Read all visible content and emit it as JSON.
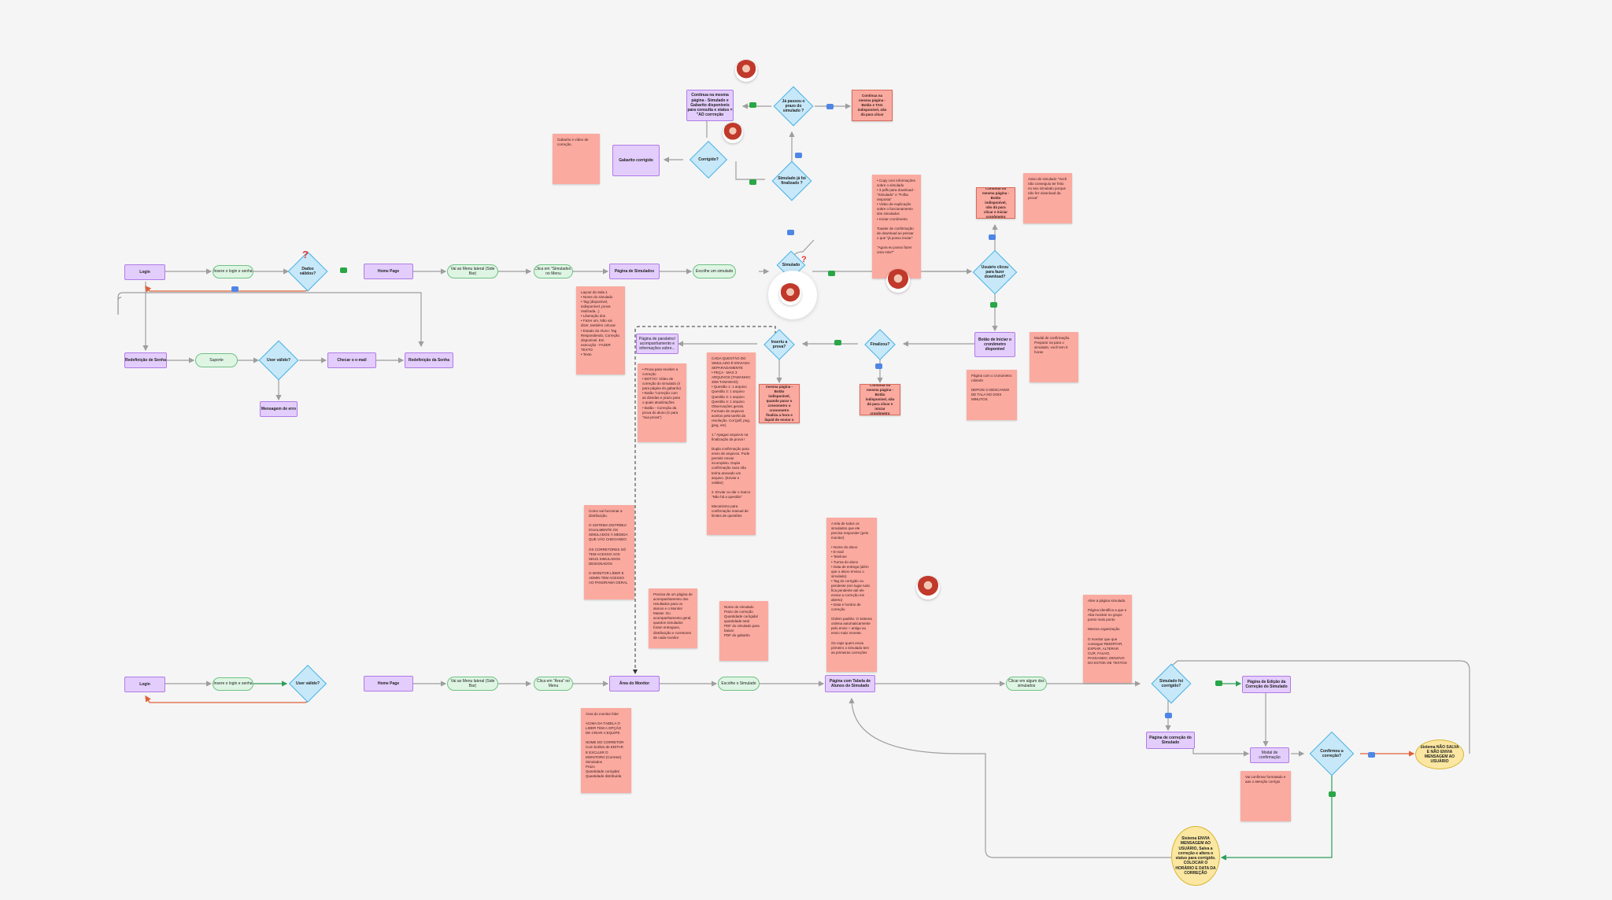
{
  "colors": {
    "purple": "#e3cdfc",
    "green": "#def5e3",
    "diamond": "#c7e8f9",
    "sticky": "#fbaaa0",
    "yellow": "#fbe7a1",
    "line": "#9e9e9e",
    "red_line": "#e0603a",
    "green_line": "#2e9e59"
  },
  "flow_top": {
    "login": "Login",
    "insere_login": "Insere o login e senha",
    "dados_validos": "Dados válidos?",
    "home_page": "Home Page",
    "vai_menu": "Vai ao Menu lateral (Side Bar)",
    "clica_simulados": "Clica em \"Simulados\" no Menu",
    "pagina_simulados": "Página de Simulados",
    "escolhe_simulado": "Escolhe um simulado",
    "simulado": "Simulado",
    "redefinicao_senha": "Redefinição de Senha",
    "suporte": "Suporte",
    "user_valido": "User válido?",
    "checar_email": "Checar o e-mail",
    "redefinicao_senha_2": "Redefinição da Senha",
    "mensagem_erro": "Mensagem de erro",
    "simulado_finalizado": "Simulado já foi finalizado ?",
    "corrigido": "Corrigido?",
    "gabarito_corrigido": "Gabarito corrigido",
    "ja_passou_prazo": "Já passou o prazo do simulado ?",
    "continua_pagina_gabarito": "Continua na mesma página - Simulado e Gabarito disponíveis para consulta e status = \"AO corrreção",
    "continua_pagina_botao": "Continua na mesma página - Botão e TAG indisponível, não dá para clicar",
    "usuario_clicou": "Usuário clicou para fazer download?",
    "continua_pagina_download": "Continua na mesma página - Botão indisponível, não dá para clicar e iniciar cronômetro",
    "botao_iniciar": "Botão de Iniciar o cronômetro disponível",
    "finalizou": "Finalizou?",
    "continua_pagina_cronometro": "Continua na mesma página - Botão indisponível, não dá para clicar e iniciar cronômetro",
    "insere_prova": "Inseriu a prova?",
    "continua_pagina_envio": "Continua na mesma página - Botão indisponível, quando parar o cronometro o cronometro finaliza a hora e liquid de enviar o arquivo",
    "pagina_parabens": "Página de parabéns! acompanhamento e informações sobre..."
  },
  "flow_bottom": {
    "login": "Login",
    "insere_login": "Insere o login e senha",
    "user_valido": "User válido?",
    "home_page": "Home Page",
    "vai_menu": "Vai ao Menu lateral (Side Bar)",
    "clica_area": "Clica em \"Área\" no Menu",
    "area_monitor": "Área do Monitor",
    "escolhe_simulado": "Escolhe o Simulado",
    "pagina_tabela": "Página com Tabela de Alunos do Simulado",
    "clicar_aluno": "Clicar em algum dos simulados",
    "simulado_corrigido": "Simulado foi corrigido?",
    "pagina_edicao": "Página de Edição da Correção do Simulado",
    "pagina_correcao": "Página de correção do Simulado",
    "modal_confirmacao": "Modal de confirmação",
    "confirmou_correcao": "Confirmou a correção?",
    "sistema_nao_salva": "Sistema NÃO SALVA E NÃO ENVIA MENSAGEM AO USUÁRIO",
    "sistema_envia": "Sistema ENVIA MENSAGEM AO USUÁRIO, Salva a correção e altera o status para corrigido. COLOCAR O HORÁRIO E DATA DA CORREÇÃO"
  },
  "stickies": {
    "s_gabarito": "Gabarito e vídeo de correção.",
    "s_copy": "• Copy com informações sobre o simulado\n• 3 pdfs para download - \"Simulado\" e \"Folha resposta\"\n• Vídeo de explicação sobre o funcionamento dos simulados\n• Iniciar cronômetro\n\nToaster de confirmação de download ao pensar o que \"já posso iniciar\"\n\n\"Agora eu posso fazer uma rota?\"",
    "s_aviso_simulado": "Aviso de simulado \"Você não conseguiu ter feito no seu simulado porque não fez download da prova\"",
    "s_layout": "Layout da Sala 1\n• Nome do simulado\n• Tag (disponível, indisponível, prova realizada...)\n• Liberação dos\n• Fazer um, Não vai dizer, também colocar\n• Estado do Aluno: Tag Respondendo, Correção disponível. Em execução - FAZER TEXTO\n• Texto",
    "s_prova": "• Prova para receber a correção\n• BOTÃO: Vídeo de correção do simulado (ir para página do gabarito)\n• Botão \"correção com as dúvidas e prazo para o quais atualizações\n• Botão - Correção da prova do aluno (ir para \"sua prova\")",
    "s_cada_questao": "CADA QUESTÃO DO SIMULADO É ENVIADA SEPARADAMENTE\n• PEÇA - MAX 3 ARQUIVOS (TAMANHO: 30M TAMANHO)\n• Questão 1: 1 arquivo Questão 2: 1 arquivo Questão 3: 1 arquivo Questão 4: 1 arquivo Observações gerais. Formato de arquivos aceitos pela tarefa da resolução. Col (pdf, png, jpeg, etc)\n\n1.º Apague arquivos na finalização da prova !\n\nDupla confirmação para envio de arquivos. Pode permitir enviar incompleto. Dupla confirmação caso não tenha anexado um arquivo. (Enviar e validar)\n\n2. Enviar ou dar o marco \"Não há a questão\"\n\nMecanismo para confirmação manual de limites de questões",
    "s_modal": "Modal de confirmação. Preparar na para o simulado, você tem 5 horas",
    "s_pagina_cronometro": "Página com o cronometro rolando\n\nDEPOIS O DESCANSO DE TALA NO DOIS MINUTOS",
    "s_como_funcionar": "Como vai funcionar a distribuição.\n\nO SISTEMA DISTRIBUI IGUALMENTE OS SIMULADOS À MEDIDA QUE VÃO CHEGANDO.\n\nOS CORRETORES SÓ TEM ACESSO AOS SEUS SIMULADOS DESIGNADOS\n\nO MONITOR LÍDER E ADMIN TEM ACESSO AO PANORAMA GERAL",
    "s_precisa": "Precisa de um página de acompanhamento dos resultados para os alunos e o Monitor Master. Do acompanhamento geral, quantos simulados foram entregues, distribuição e corretores de cada monitor",
    "s_nome_simulado": "Nome do simulado\nPrazo de correção\nQuantidade corrigida/ quantidade total\nPDF do simulado para baixar\nPDF do gabarito",
    "s_tabela": "A tela de todos os simulados que ele precisa responder (pelo monitor)\n\n• Nome do aluno\n• E-mail\n• Telefone\n• Turma do aluno\n• Data de entrega (além que o aluno enviou o simulado)\n• Tag do corrigido ou pendente (em lugar tudo fica pendente até ele enviar a correção em aberto)\n• Data e horário de correção\n\nOrdem padrão: O sistema ordena automaticamente pelo envio + antigo ao envio mais recente.\n\nOs caps quem envia primeiro o simulado tem as primeiras correções",
    "s_abre_pagina": "Abre a página simulado.\n\nPágina identifica a que e Aba mostrar no grupo ponto mais ponto\n\nMesma organização\n\nO monitor que que consegue REDIRTAR, EXPIAR, ALTERAR CUR, FALHO, PASSANDO, DENOVO DO ESTOK DE TEXTOS",
    "s_area_monitor": "Área do monitor líder\n\nACIMA DA TABELA O LIDER TEM A OPÇÃO DE CRIAR A EQUIPE\n\nNOME DO CORRETOR Com botões de EDITAR E EXCLUIR O MONITORO (Corretor)\nSimulados\nPrazo\nQuantidade corrigida/ Quantidade distribuída",
    "s_vai_confirmar": "Vai confirmar formatado e aas o atenção corrigio"
  }
}
